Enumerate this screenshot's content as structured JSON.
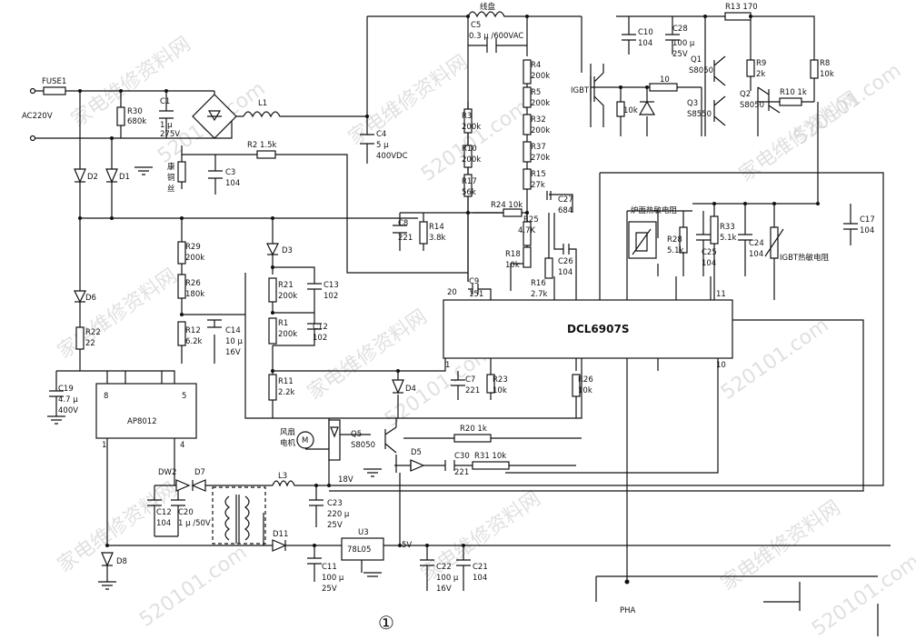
{
  "diagram": {
    "ic_main": "DCL6907S",
    "ic_aux": "AP8012",
    "regulator": "78L05",
    "circled_number": "①",
    "watermark_cn": "家电维修资料网",
    "watermark_url": "520101.com",
    "input_label": "AC220V",
    "fuse": "FUSE1",
    "coil_top": "线盘",
    "kang_wire": [
      "康",
      "铜",
      "丝"
    ],
    "fan_motor": [
      "风扇",
      "电机"
    ],
    "motor_symbol": "M",
    "furnace_thermistor": "炉面热敏电阻",
    "igbt_thermistor": "IGBT热敏电阻",
    "igbt": "IGBT",
    "rail_18v": "18V",
    "rail_5v": "5V",
    "pha": "PHA",
    "pins": {
      "p1": "1",
      "p10": "10",
      "p11": "11",
      "p20": "20",
      "ap8": "8",
      "ap5": "5",
      "ap1": "1",
      "ap4": "4"
    },
    "components": {
      "R30": [
        "R30",
        "680k"
      ],
      "C1": [
        "C1",
        "1 μ",
        "275V"
      ],
      "L1": "L1",
      "C4": [
        "C4",
        "5 μ",
        "400VDC"
      ],
      "D1": "D1",
      "D2": "D2",
      "R2": "R2  1.5k",
      "C3": [
        "C3",
        "104"
      ],
      "C5": [
        "C5",
        "0.3 μ /600VAC"
      ],
      "R4": [
        "R4",
        "200k"
      ],
      "R5": [
        "R5",
        "200k"
      ],
      "R32": [
        "R32",
        "200k"
      ],
      "R37": [
        "R37",
        "270k"
      ],
      "R15": [
        "R15",
        "27k"
      ],
      "R3": [
        "R3",
        "200k"
      ],
      "R10b": [
        "R10",
        "200k"
      ],
      "R17": [
        "R17",
        "56k"
      ],
      "C8": [
        "C8",
        "221"
      ],
      "R14": [
        "R14",
        "3.8k"
      ],
      "R24": "R24  10k",
      "C27": [
        "C27",
        "684"
      ],
      "R25": [
        "R25",
        "4.7K"
      ],
      "R18": [
        "R18",
        "10k"
      ],
      "C26": [
        "C26",
        "104"
      ],
      "R16": [
        "R16",
        "2.7k"
      ],
      "C9": [
        "C9",
        "151"
      ],
      "C10": [
        "C10",
        "104"
      ],
      "C28": [
        "C28",
        "100 μ",
        "25V"
      ],
      "R13": "R13  170",
      "R9": [
        "R9",
        "2k"
      ],
      "R8": [
        "R8",
        "10k"
      ],
      "Q1": [
        "Q1",
        "S8050"
      ],
      "Q3": [
        "Q3",
        "S8550"
      ],
      "Q2": [
        "Q2",
        "S8050"
      ],
      "R10a": "R10  1k",
      "R_10": "10",
      "R_10k": "10k",
      "C17": [
        "C17",
        "104"
      ],
      "R28": [
        "R28",
        "5.1k"
      ],
      "C25": [
        "C25",
        "104"
      ],
      "R33": [
        "R33",
        "5.1k"
      ],
      "C24": [
        "C24",
        "104"
      ],
      "D3": "D3",
      "R29": [
        "R29",
        "200k"
      ],
      "R26a": [
        "R26",
        "180k"
      ],
      "R12": [
        "R12",
        "6.2k"
      ],
      "C14": [
        "C14",
        "10 μ",
        "16V"
      ],
      "R21": [
        "R21",
        "200k"
      ],
      "C13": [
        "C13",
        "102"
      ],
      "R1": [
        "R1",
        "200k"
      ],
      "C12a": [
        "C12",
        "102"
      ],
      "R11": [
        "R11",
        "2.2k"
      ],
      "D6": "D6",
      "R22": [
        "R22",
        "22"
      ],
      "C19": [
        "C19",
        "4.7 μ",
        "400V"
      ],
      "D4": "D4",
      "C7": [
        "C7",
        "221"
      ],
      "R23": [
        "R23",
        "10k"
      ],
      "R26b": [
        "R26",
        "10k"
      ],
      "Q5": [
        "Q5",
        "S8050"
      ],
      "R20": "R20  1k",
      "D5": "D5",
      "C30": [
        "C30",
        "221"
      ],
      "R31": "R31  10k",
      "DW2": "DW2",
      "D7": "D7",
      "C12b": [
        "C12",
        "104"
      ],
      "C20": [
        "C20",
        "1 μ /50V"
      ],
      "L3": "L3",
      "C23": [
        "C23",
        "220 μ",
        "25V"
      ],
      "D11": "D11",
      "D8": "D8",
      "C11": [
        "C11",
        "100 μ",
        "25V"
      ],
      "U3": "U3",
      "C22": [
        "C22",
        "100 μ",
        "16V"
      ],
      "C21": [
        "C21",
        "104"
      ]
    }
  }
}
